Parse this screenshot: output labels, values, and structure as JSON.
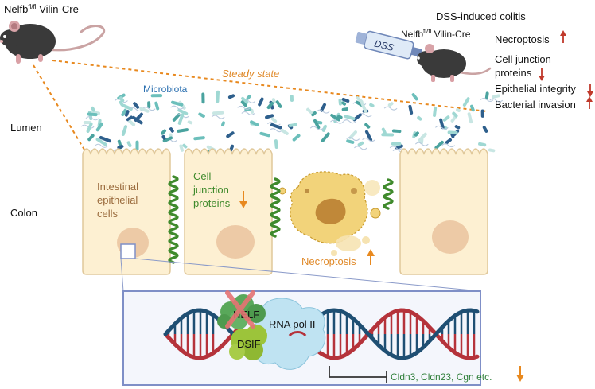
{
  "mouse_left": {
    "label_base": "Nelfb",
    "label_sup": "fl/fl",
    "label_rest": " Vilin-Cre"
  },
  "right_panel": {
    "title": "DSS-induced colitis",
    "mouse_label_base": "Nelfb",
    "mouse_label_sup": "fl/fl",
    "mouse_label_rest": " Vilin-Cre",
    "syringe_label": "DSS",
    "effects": [
      {
        "label": "Necroptosis",
        "direction": "up"
      },
      {
        "label": "Cell  junction",
        "direction": ""
      },
      {
        "label": "proteins",
        "direction": "down"
      },
      {
        "label": "Epithelial integrity",
        "direction": "down"
      },
      {
        "label": "Bacterial invasion",
        "direction": "up"
      }
    ]
  },
  "steady_state": "Steady state",
  "microbiota": "Microbiota",
  "regions": {
    "lumen": "Lumen",
    "colon": "Colon"
  },
  "cell1": {
    "line1": "Intestinal",
    "line2": "epithelial",
    "line3": "cells"
  },
  "cell2": {
    "line1": "Cell",
    "line2": "junction",
    "line3": "proteins",
    "direction": "down"
  },
  "necroptosis": {
    "label": "Necroptosis",
    "direction": "up"
  },
  "inset": {
    "nelf": "NELF",
    "dsif": "DSIF",
    "rnapol": "RNA pol II",
    "genes": "Cldn3, Cldn23, Cgn etc.",
    "genes_direction": "down"
  },
  "colors": {
    "up_arrow": "#c0392b",
    "orange_arrow": "#e8891f",
    "cell_fill": "#fdf0d2",
    "cell_stroke": "#e0c89a",
    "nucleus": "#edcaa6",
    "junction": "#3f8a2c",
    "necrotic_fill": "#f2d37a",
    "dna_red": "#b5333b",
    "dna_blue": "#1f4f73",
    "rnapol": "#bfe3f2",
    "nelf_green": "#59a85a",
    "dsif_green": "#9cc43a",
    "inset_border": "#7f8fc7",
    "steady_state_text": "#e08a2a",
    "microbiota_text": "#2a6fb0",
    "label_brown": "#9a6b3d",
    "gene_green": "#2f7f3a",
    "cross_red": "#e57373"
  }
}
